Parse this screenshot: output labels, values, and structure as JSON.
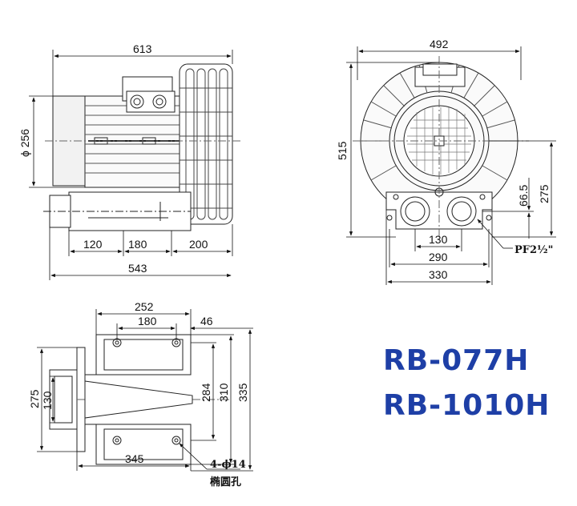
{
  "front_view": {
    "overall_width": "613",
    "motor_diameter": "ϕ 256",
    "base_left": "120",
    "base_mid": "180",
    "base_right": "200",
    "base_total": "543"
  },
  "side_view": {
    "width": "492",
    "height": "515",
    "outlet_height": "275",
    "flange_offset": "66.5",
    "port_spacing": "130",
    "foot_spacing": "290",
    "foot_width": "330",
    "port_label": "PF2½\""
  },
  "bottom_view": {
    "overall": "252",
    "hole_spacing": "180",
    "edge_offset": "46",
    "left_height": "275",
    "left_inner": "130",
    "right_inner": "284",
    "right_mid": "310",
    "right_outer": "335",
    "length": "345",
    "hole_spec": "4-ϕ14",
    "hole_desc": "椭圆孔"
  },
  "models": [
    "RB-077H",
    "RB-1010H"
  ]
}
